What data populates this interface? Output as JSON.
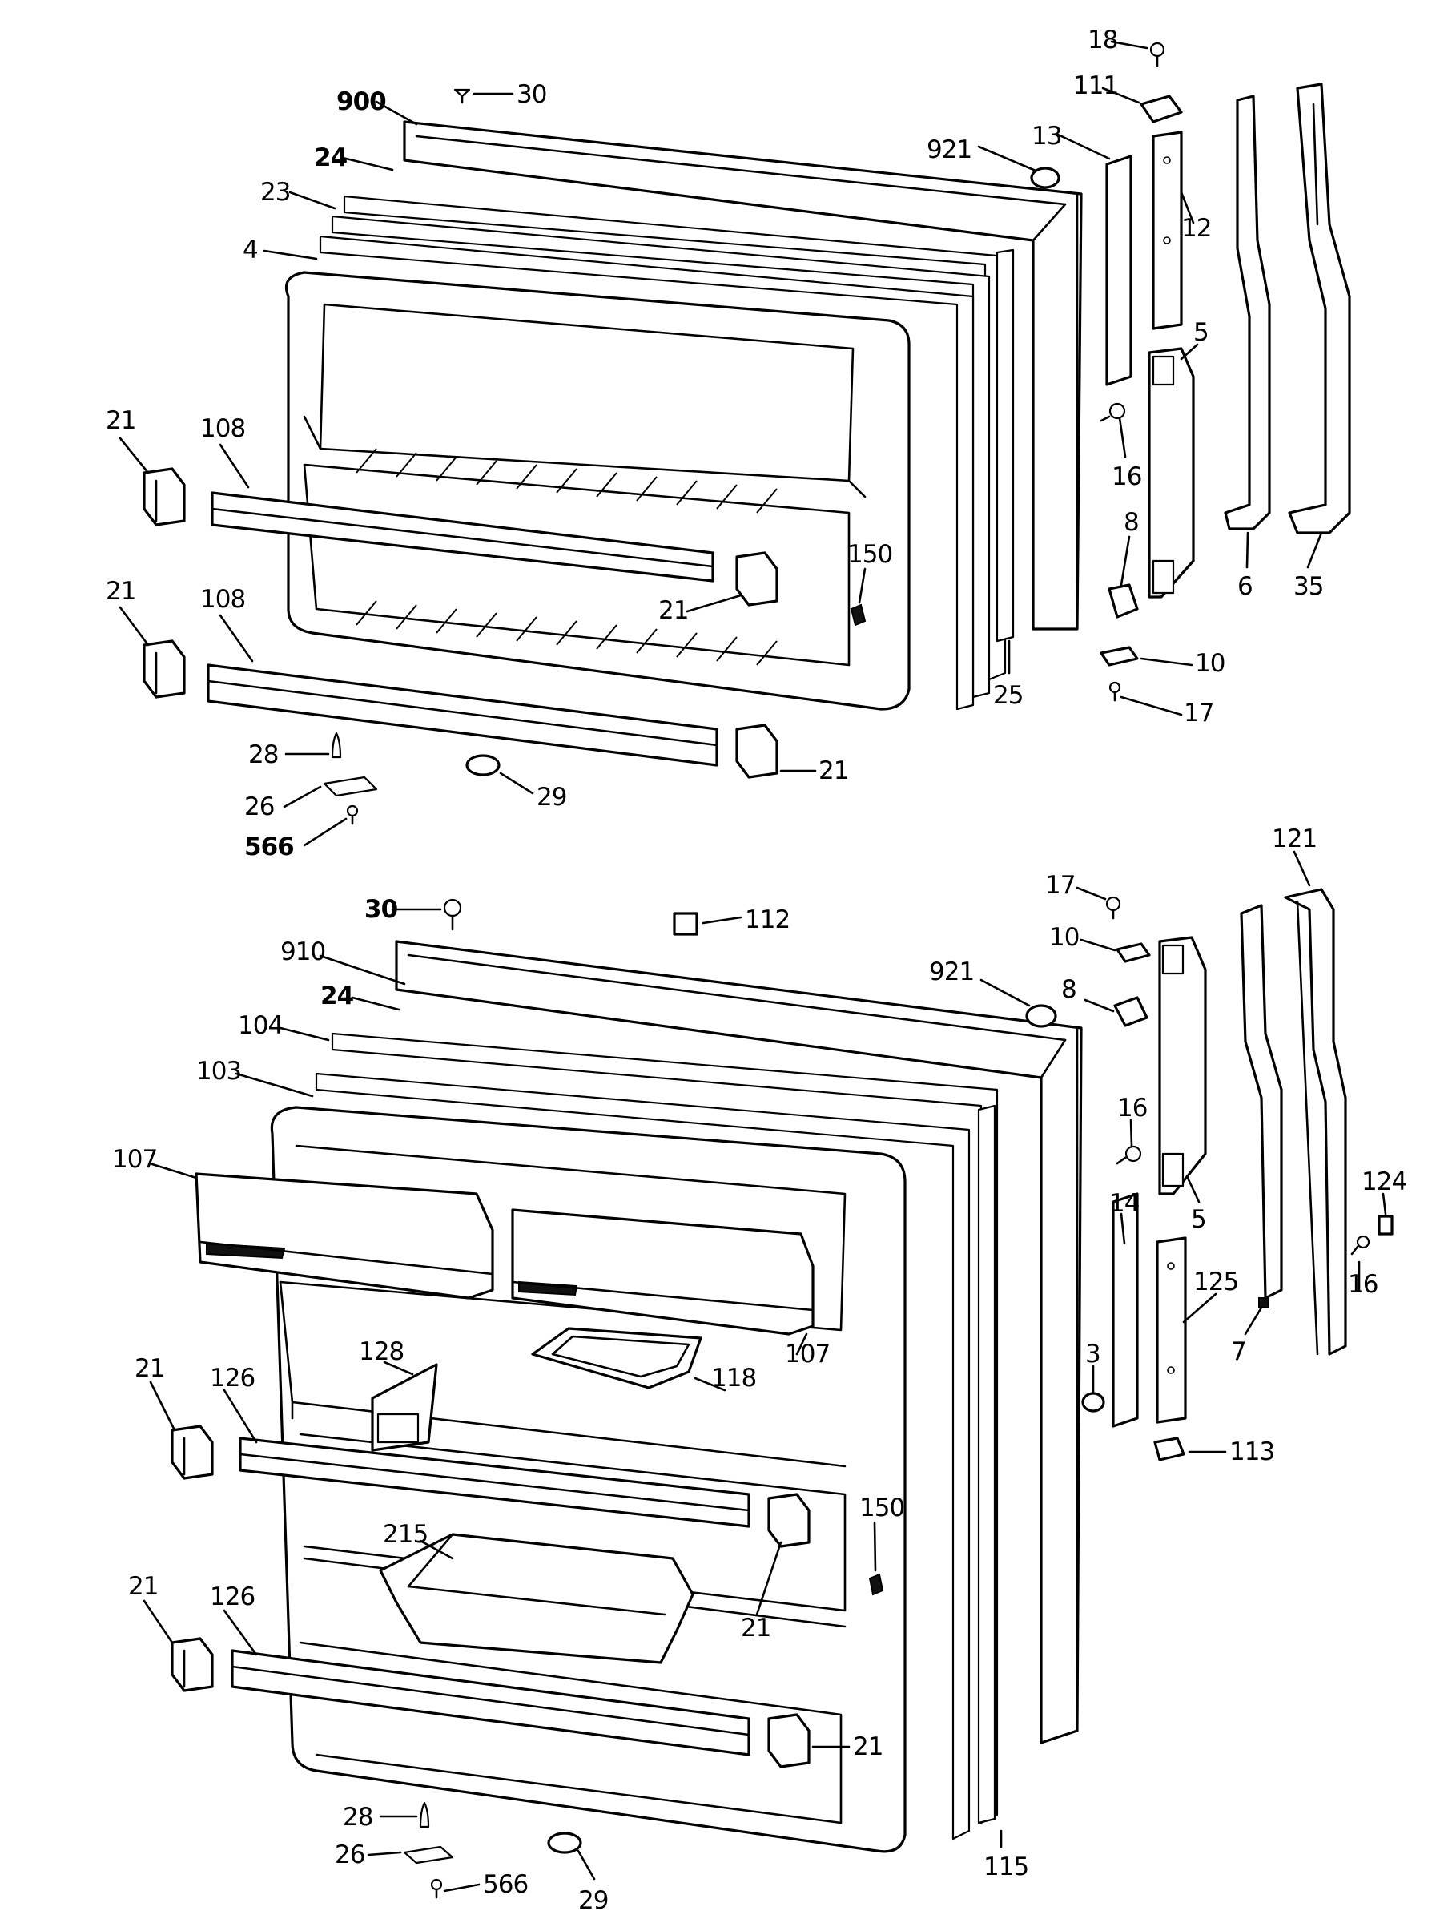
{
  "figure": {
    "upper_door_labels": [
      "18",
      "111",
      "30",
      "900",
      "921",
      "13",
      "24",
      "12",
      "23",
      "4",
      "5",
      "21",
      "108",
      "16",
      "8",
      "150",
      "21",
      "21",
      "108",
      "6",
      "35",
      "10",
      "25",
      "17",
      "28",
      "21",
      "26",
      "29",
      "566"
    ],
    "lower_door_labels": [
      "121",
      "17",
      "30",
      "112",
      "10",
      "910",
      "921",
      "8",
      "24",
      "104",
      "103",
      "16",
      "124",
      "107",
      "5",
      "14",
      "125",
      "16",
      "128",
      "3",
      "7",
      "118",
      "107",
      "21",
      "126",
      "113",
      "150",
      "215",
      "21",
      "21",
      "126",
      "21",
      "28",
      "115",
      "26",
      "566",
      "29"
    ]
  }
}
